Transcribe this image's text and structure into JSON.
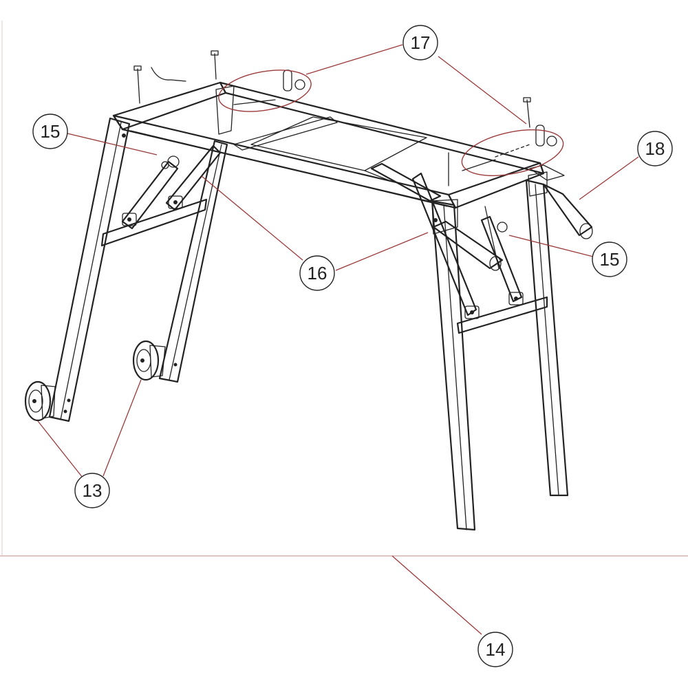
{
  "callouts": {
    "c13": "13",
    "c14": "14",
    "c15a": "15",
    "c15b": "15",
    "c16": "16",
    "c17": "17",
    "c18": "18"
  },
  "colors": {
    "line": "#222222",
    "leader": "#9a3a3a",
    "background": "#ffffff"
  }
}
